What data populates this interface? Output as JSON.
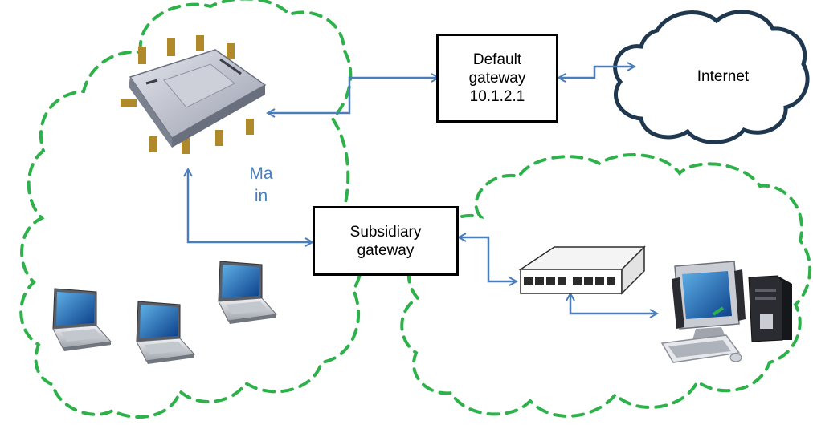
{
  "diagram": {
    "default_gateway": {
      "line1": "Default",
      "line2": "gateway",
      "line3": "10.1.2.1"
    },
    "subsidiary_gateway": {
      "line1": "Subsidiary",
      "line2": "gateway"
    },
    "internet": "Internet",
    "main_label": {
      "line1": "Ma",
      "line2": "in"
    }
  },
  "colors": {
    "cloud_dashed": "#2eb14b",
    "internet_cloud": "#1f3850",
    "connector": "#4a7ebb",
    "box_border": "#000000",
    "label_text": "#4a7ebb"
  },
  "icons": [
    "access-point-device",
    "laptop",
    "network-switch",
    "desktop-computer"
  ]
}
